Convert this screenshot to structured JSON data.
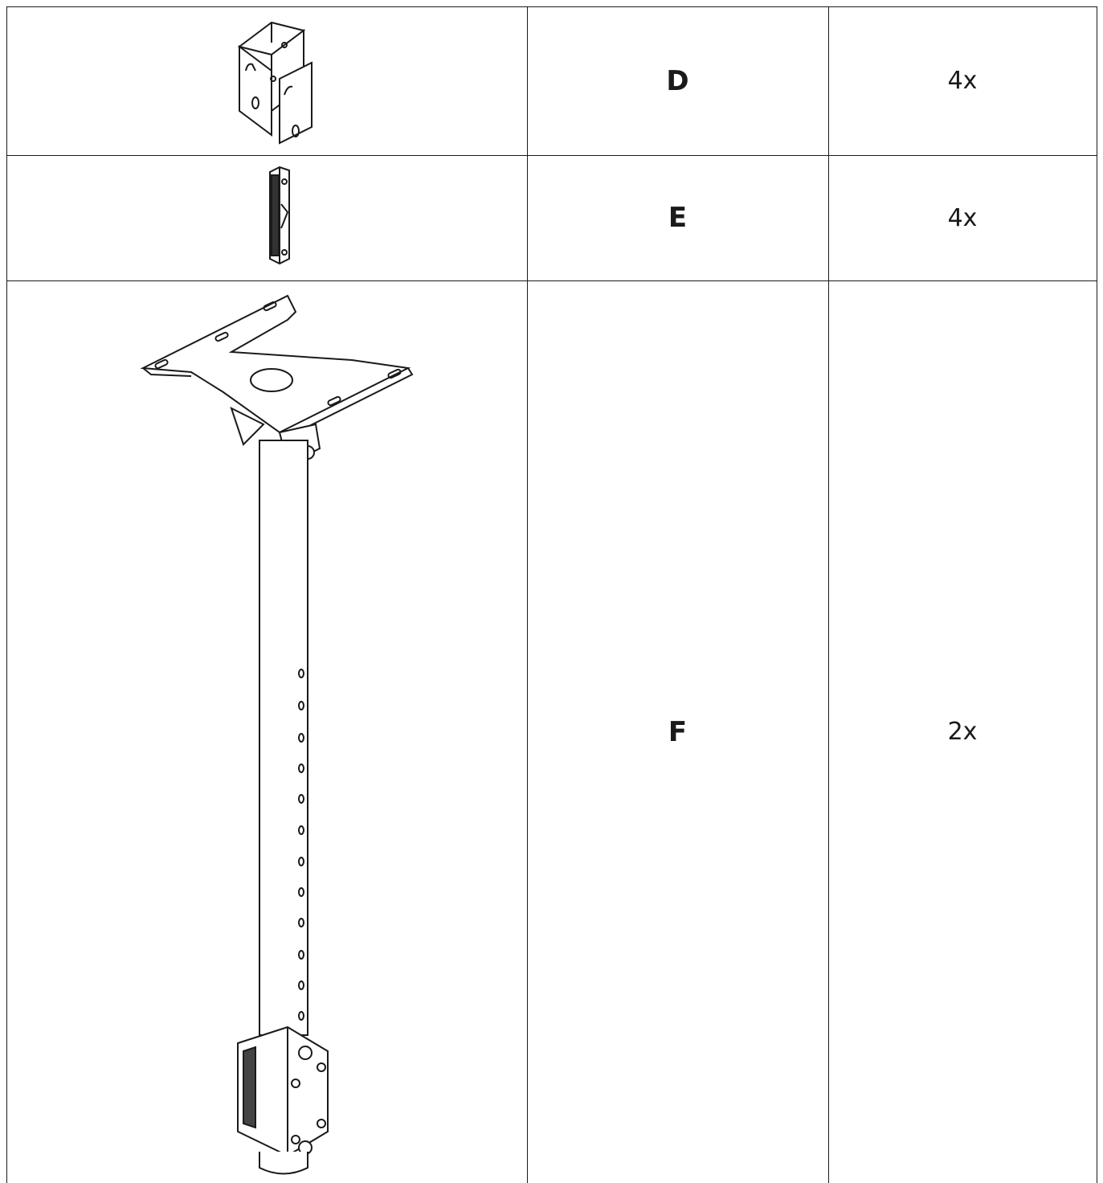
{
  "parts_table": {
    "rows": [
      {
        "label": "D",
        "quantity": "4x",
        "icon": "u-bracket-icon"
      },
      {
        "label": "E",
        "quantity": "4x",
        "icon": "clip-plate-icon"
      },
      {
        "label": "F",
        "quantity": "2x",
        "icon": "ceiling-pole-mount-icon"
      }
    ]
  }
}
